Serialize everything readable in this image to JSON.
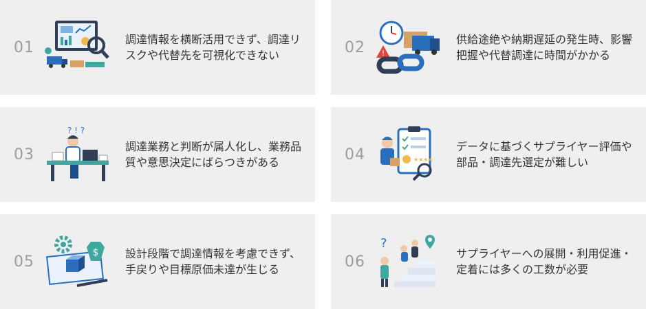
{
  "issues": [
    {
      "number": "01",
      "text": "調達情報を横断活用できず、調達リスクや代替先を可視化できない",
      "illustration": "dashboard-analytics-icon"
    },
    {
      "number": "02",
      "text": "供給途絶や納期遅延の発生時、影響把握や代替調達に時間がかかる",
      "illustration": "broken-chain-truck-icon"
    },
    {
      "number": "03",
      "text": "調達業務と判断が属人化し、業務品質や意思決定にばらつきがある",
      "illustration": "confused-worker-desk-icon"
    },
    {
      "number": "04",
      "text": "データに基づくサプライヤー評価や部品・調達先選定が難しい",
      "illustration": "supplier-evaluation-icon"
    },
    {
      "number": "05",
      "text": "設計段階で調達情報を考慮できず、手戻りや目標原価未達が生じる",
      "illustration": "design-cost-icon"
    },
    {
      "number": "06",
      "text": "サプライヤーへの展開・利用促進・定着には多くの工数が必要",
      "illustration": "stairs-progress-icon"
    }
  ],
  "colors": {
    "card_bg": "#efefef",
    "number": "#9c9c9c",
    "text": "#333333",
    "accent_blue": "#2a6fbd",
    "accent_teal": "#3fa7a0"
  }
}
